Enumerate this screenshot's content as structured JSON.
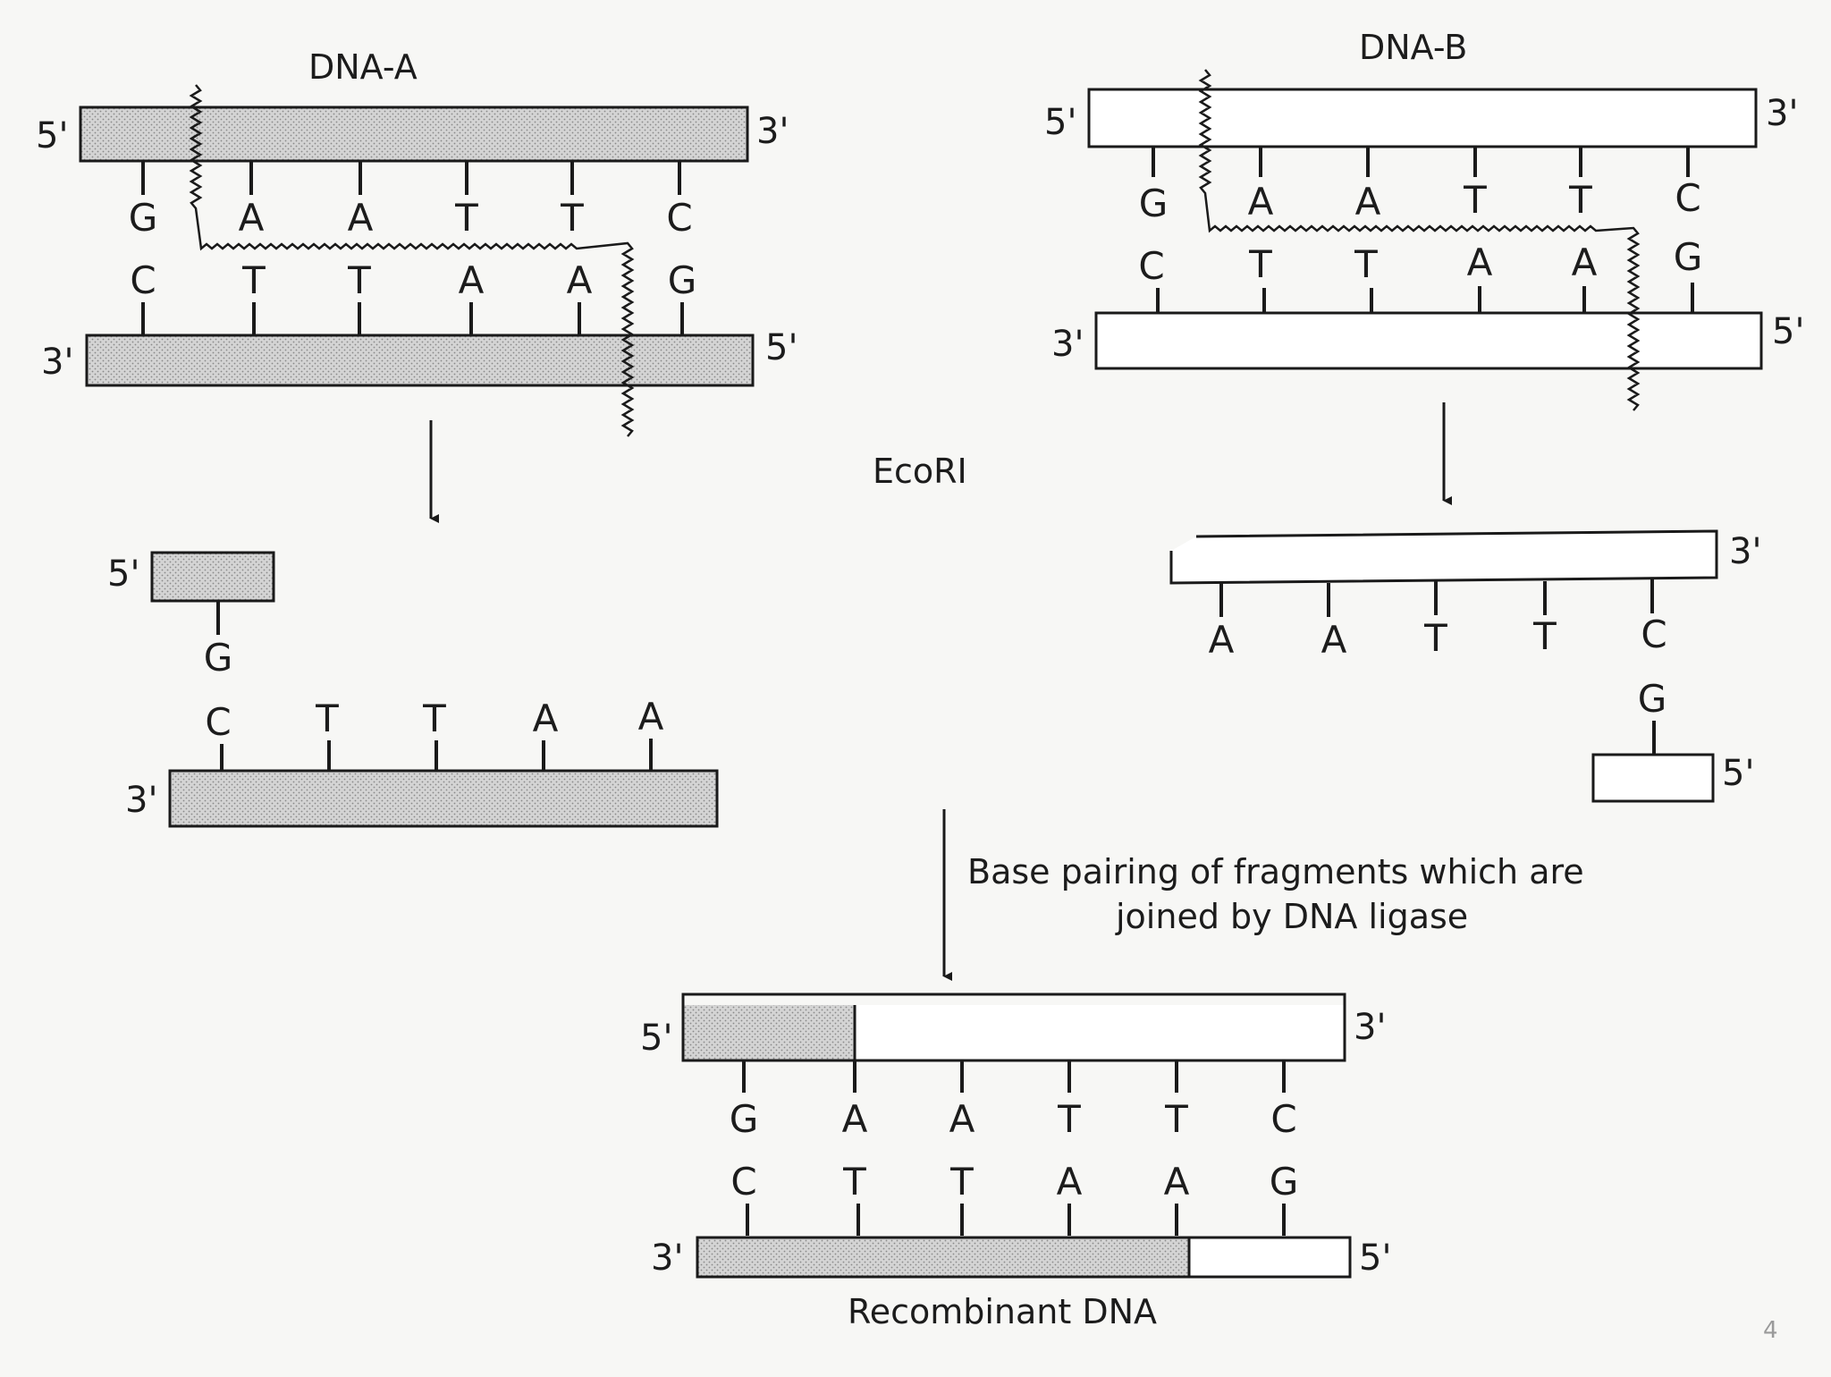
{
  "labels": {
    "dna_a": "DNA-A",
    "dna_b": "DNA-B",
    "enzyme": "EcoRI",
    "caption_line1": "Base pairing of fragments which are",
    "caption_line2": "joined by DNA ligase",
    "result": "Recombinant DNA",
    "page_number": "4"
  },
  "ends": {
    "five_prime": "5'",
    "three_prime": "3'"
  },
  "sequences": {
    "top": [
      "G",
      "A",
      "A",
      "T",
      "T",
      "C"
    ],
    "bottom": [
      "C",
      "T",
      "T",
      "A",
      "A",
      "G"
    ],
    "a_left_overhang": "G",
    "a_sticky_end": [
      "C",
      "T",
      "T",
      "A",
      "A"
    ],
    "b_sticky_end": [
      "A",
      "A",
      "T",
      "T",
      "C"
    ],
    "b_right_overhang": "G"
  },
  "colors": {
    "fragment_a_fill": "#d2d2d2",
    "fragment_b_fill": "#ffffff",
    "ink": "#1a1a1a"
  }
}
